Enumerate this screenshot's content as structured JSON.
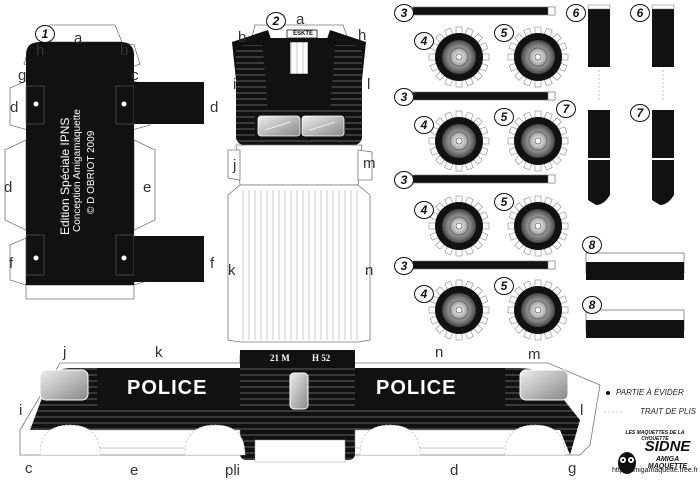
{
  "labels": {
    "a": "a",
    "b": "b",
    "c": "c",
    "d": "d",
    "e": "e",
    "f": "f",
    "g": "g",
    "h": "h",
    "i": "i",
    "j": "j",
    "k": "k",
    "l": "l",
    "m": "m",
    "n": "n",
    "pli": "pli"
  },
  "part_numbers": [
    "1",
    "2",
    "3",
    "4",
    "5",
    "6",
    "7",
    "8"
  ],
  "roof_text": {
    "line1": "Edition Spéciale IPNS",
    "line2": "Conception Amigamaquette",
    "line3": "© D OBRIOT 2009"
  },
  "body_side": {
    "police_left": "POLICE",
    "police_right": "POLICE",
    "plate_left": "21 M",
    "plate_right": "H 52"
  },
  "front_sign": "ESKTE",
  "legend": {
    "cut_out": "PARTIE À ÉVIDER",
    "fold_line": "TRAIT DE PLIS"
  },
  "logo": {
    "tagline": "LES MAQUETTES DE LA CHOUETTE",
    "name": "SIDNE",
    "subtitle": "AMIGA MAQUETTE",
    "url": "http://amigamaquette.free.fr"
  },
  "colors": {
    "ink": "#111111",
    "paper": "#ffffff",
    "gray": "#9a9a9a"
  }
}
